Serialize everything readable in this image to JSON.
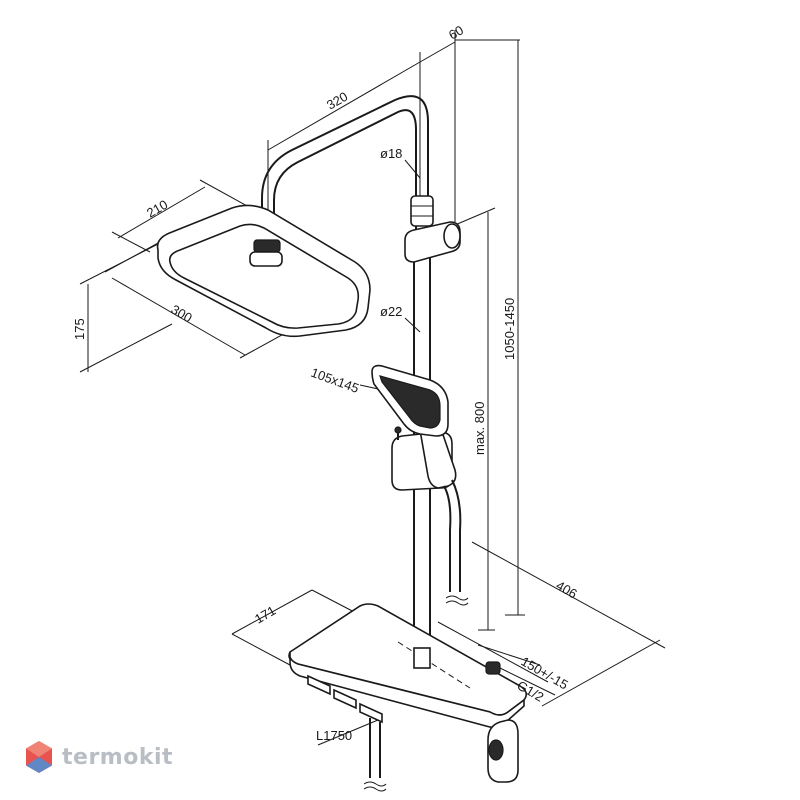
{
  "dimensions": {
    "overhead_arm_length": "320",
    "pipe_offset": "60",
    "overhead_width": "210",
    "overhead_length": "300",
    "overhead_height": "175",
    "upper_pipe_diameter": "ø18",
    "rail_diameter": "ø22",
    "hand_shower_size": "105x145",
    "total_height": "1050-1450",
    "slider_travel": "max. 800",
    "depth": "406",
    "shelf_depth": "171",
    "connection_spacing": "150+/-15",
    "thread": "G1/2",
    "hose_length": "L1750"
  },
  "brand": {
    "name": "termokit",
    "logo_color": "#e8524f",
    "logo_accent": "#4a90d9"
  }
}
